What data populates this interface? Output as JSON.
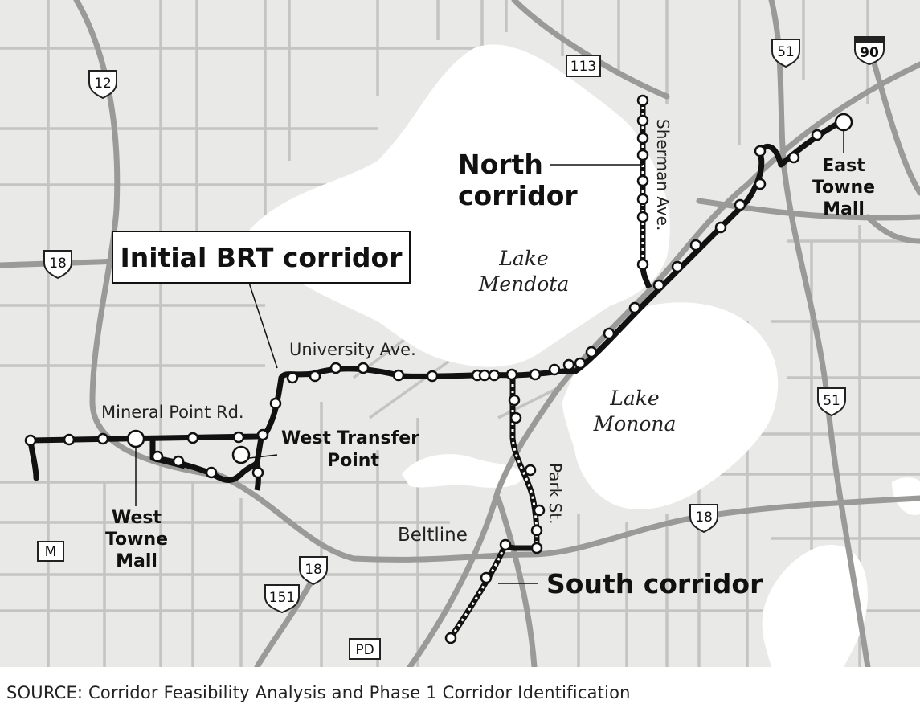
{
  "map": {
    "corridor_labels": {
      "initial": "Initial BRT corridor",
      "north_line1": "North",
      "north_line2": "corridor",
      "south": "South corridor"
    },
    "place_labels": {
      "east_towne_1": "East",
      "east_towne_2": "Towne",
      "east_towne_3": "Mall",
      "west_towne_1": "West",
      "west_towne_2": "Towne",
      "west_towne_3": "Mall",
      "west_transfer_1": "West Transfer",
      "west_transfer_2": "Point"
    },
    "road_labels": {
      "university": "University Ave.",
      "mineral_point": "Mineral Point Rd.",
      "sherman": "Sherman Ave.",
      "park": "Park St.",
      "beltline": "Beltline"
    },
    "lake_labels": {
      "mendota_1": "Lake",
      "mendota_2": "Mendota",
      "monona_1": "Lake",
      "monona_2": "Monona"
    },
    "shields": {
      "us12": "12",
      "us18_west": "18",
      "us18_east": "18",
      "us18_south": "18",
      "us51_north": "51",
      "us51_east": "51",
      "us151": "151",
      "i90": "90",
      "r113": "113",
      "rM": "M",
      "rPD": "PD"
    }
  },
  "footer": {
    "source": "SOURCE: Corridor Feasibility Analysis and Phase 1 Corridor Identification"
  }
}
